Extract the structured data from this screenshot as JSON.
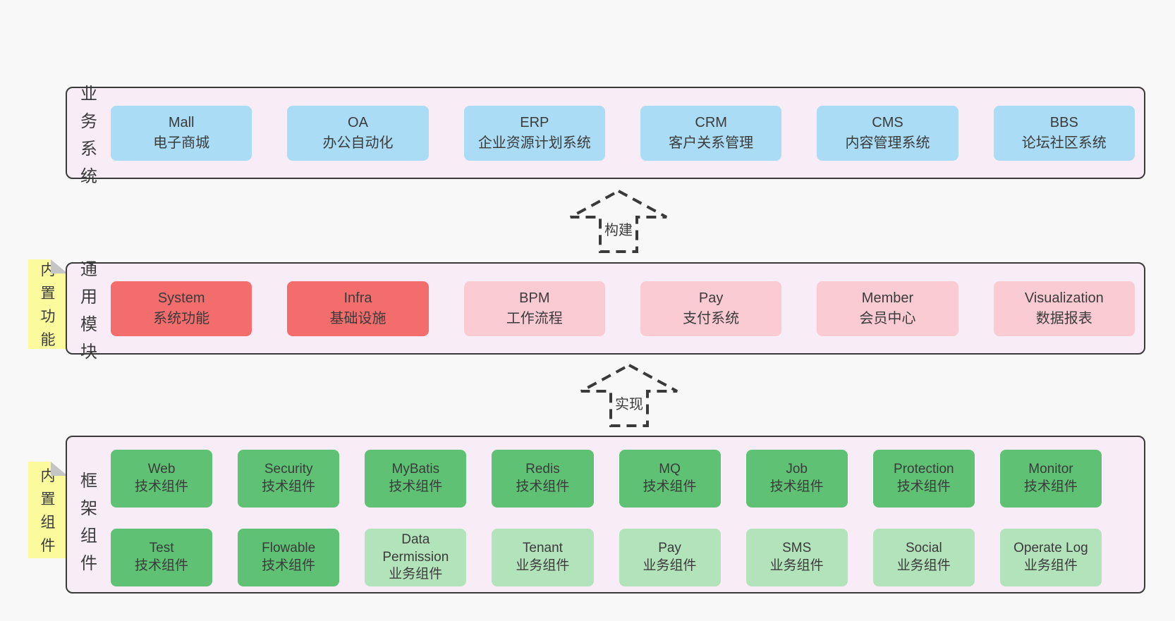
{
  "colors": {
    "page_bg": "#f8f8f8",
    "panel_bg": "#f8edf6",
    "line": "#3a3a3a",
    "text": "#3b3b3b",
    "blue": "#aadcf5",
    "red": "#f36d6d",
    "pink": "#fbcbd3",
    "green_dark": "#5ec173",
    "green_light": "#b3e3bb",
    "yellow": "#fbfa9d",
    "fold_gray": "#c5c5c5"
  },
  "panels": [
    {
      "id": "business",
      "label": "业务系统",
      "boxes": [
        {
          "en": "Mall",
          "zh": "电子商城",
          "type": "blue"
        },
        {
          "en": "OA",
          "zh": "办公自动化",
          "type": "blue"
        },
        {
          "en": "ERP",
          "zh": "企业资源计划系统",
          "type": "blue"
        },
        {
          "en": "CRM",
          "zh": "客户关系管理",
          "type": "blue"
        },
        {
          "en": "CMS",
          "zh": "内容管理系统",
          "type": "blue"
        },
        {
          "en": "BBS",
          "zh": "论坛社区系统",
          "type": "blue"
        }
      ]
    },
    {
      "id": "modules",
      "label": "通用模块",
      "tab": "内置功能",
      "boxes": [
        {
          "en": "System",
          "zh": "系统功能",
          "type": "red"
        },
        {
          "en": "Infra",
          "zh": "基础设施",
          "type": "red"
        },
        {
          "en": "BPM",
          "zh": "工作流程",
          "type": "pink"
        },
        {
          "en": "Pay",
          "zh": "支付系统",
          "type": "pink"
        },
        {
          "en": "Member",
          "zh": "会员中心",
          "type": "pink"
        },
        {
          "en": "Visualization",
          "zh": "数据报表",
          "type": "pink"
        }
      ]
    },
    {
      "id": "framework",
      "label": "框架组件",
      "tab": "内置组件",
      "rows": [
        [
          {
            "en": "Web",
            "zh": "技术组件",
            "type": "green-dark"
          },
          {
            "en": "Security",
            "zh": "技术组件",
            "type": "green-dark"
          },
          {
            "en": "MyBatis",
            "zh": "技术组件",
            "type": "green-dark"
          },
          {
            "en": "Redis",
            "zh": "技术组件",
            "type": "green-dark"
          },
          {
            "en": "MQ",
            "zh": "技术组件",
            "type": "green-dark"
          },
          {
            "en": "Job",
            "zh": "技术组件",
            "type": "green-dark"
          },
          {
            "en": "Protection",
            "zh": "技术组件",
            "type": "green-dark"
          },
          {
            "en": "Monitor",
            "zh": "技术组件",
            "type": "green-dark"
          }
        ],
        [
          {
            "en": "Test",
            "zh": "技术组件",
            "type": "green-dark"
          },
          {
            "en": "Flowable",
            "zh": "技术组件",
            "type": "green-dark"
          },
          {
            "en": "Data Permission",
            "zh": "业务组件",
            "type": "green-light"
          },
          {
            "en": "Tenant",
            "zh": "业务组件",
            "type": "green-light"
          },
          {
            "en": "Pay",
            "zh": "业务组件",
            "type": "green-light"
          },
          {
            "en": "SMS",
            "zh": "业务组件",
            "type": "green-light"
          },
          {
            "en": "Social",
            "zh": "业务组件",
            "type": "green-light"
          },
          {
            "en": "Operate Log",
            "zh": "业务组件",
            "type": "green-light"
          }
        ]
      ]
    }
  ],
  "arrows": [
    {
      "label": "构建"
    },
    {
      "label": "实现"
    }
  ]
}
